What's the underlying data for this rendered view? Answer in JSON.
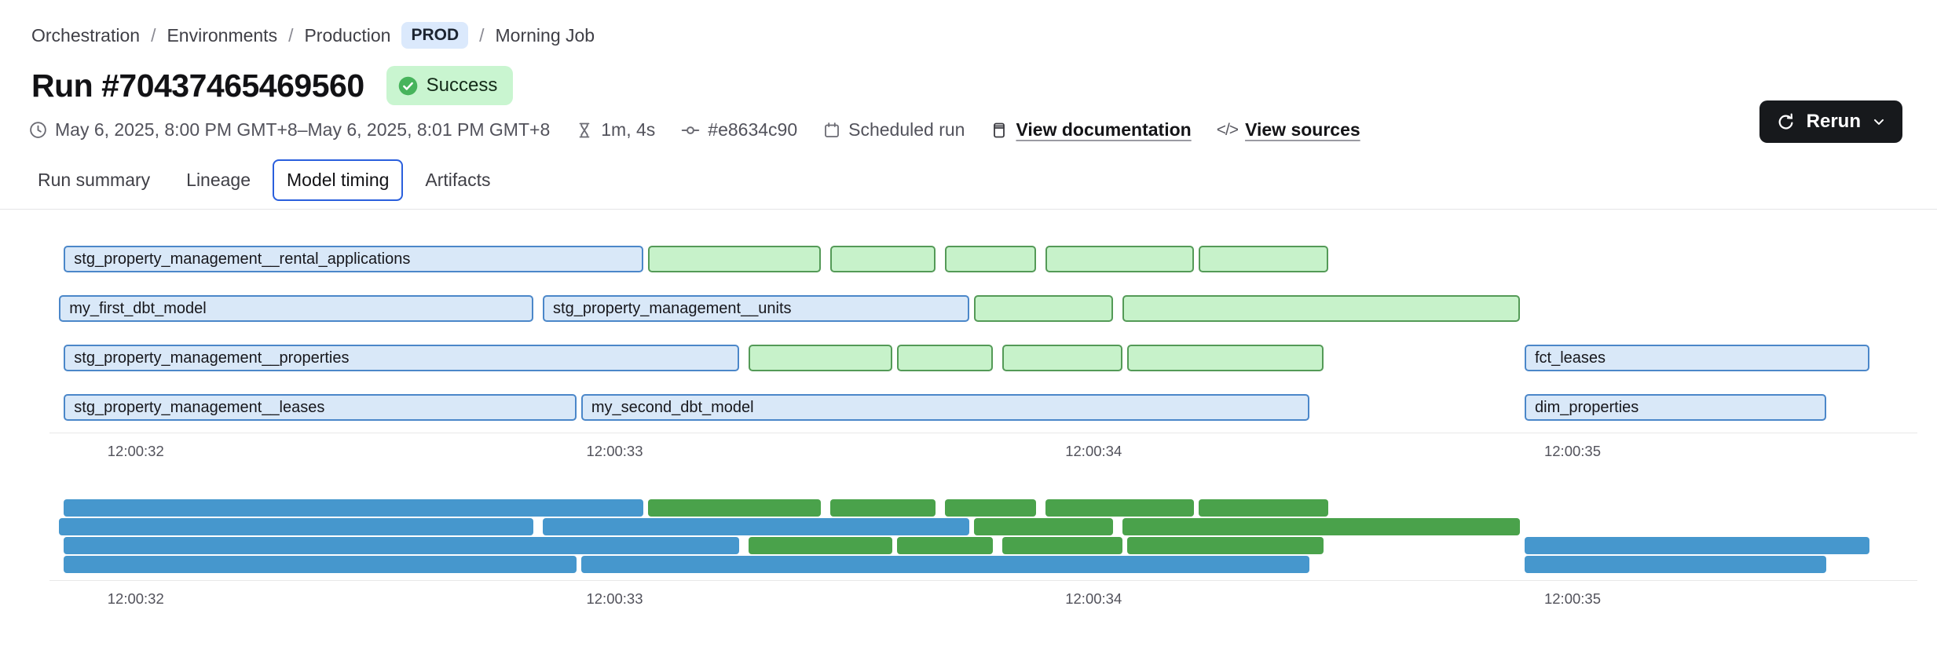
{
  "theme": {
    "accent": "#2a5fdd",
    "success_bg": "#c9f5d0",
    "success_icon": "#47b45c",
    "env_badge_bg": "#dbe9fc",
    "dark_button": "#17191c"
  },
  "breadcrumb": {
    "separator": "/",
    "items": [
      {
        "label": "Orchestration"
      },
      {
        "label": "Environments"
      },
      {
        "label": "Production"
      },
      {
        "label": "Morning Job"
      }
    ],
    "env_badge": "PROD"
  },
  "header": {
    "title": "Run #70437465469560",
    "status_label": "Success"
  },
  "actions": {
    "rerun_label": "Rerun"
  },
  "meta": {
    "time_range": "May 6, 2025, 8:00 PM GMT+8–May 6, 2025, 8:01 PM GMT+8",
    "duration": "1m, 4s",
    "commit": "#e8634c90",
    "trigger": "Scheduled run",
    "docs_link": "View documentation",
    "sources_link": "View sources",
    "sources_icon_glyph": "</>"
  },
  "tabs": [
    {
      "label": "Run summary",
      "active": false
    },
    {
      "label": "Lineage",
      "active": false
    },
    {
      "label": "Model timing",
      "active": true
    },
    {
      "label": "Artifacts",
      "active": false
    }
  ],
  "chart_data": {
    "type": "gantt",
    "title": "Model timing",
    "x_axis": {
      "unit": "time of day (hh:mm:ss)",
      "min_s": 31.82,
      "max_s": 35.72,
      "ticks": [
        {
          "t": 32,
          "label": "12:00:32"
        },
        {
          "t": 33,
          "label": "12:00:33"
        },
        {
          "t": 34,
          "label": "12:00:34"
        },
        {
          "t": 35,
          "label": "12:00:35"
        }
      ]
    },
    "colors": {
      "bar_blue_fill": "#d9e8f8",
      "bar_blue_border": "#4b87c9",
      "bar_green_fill": "#c7f2ca",
      "bar_green_border": "#549a57",
      "mini_blue": "#4697cd",
      "mini_green": "#4aa24b"
    },
    "rows": [
      {
        "bars": [
          {
            "label": "stg_property_management__rental_applications",
            "variant": "blue",
            "start_s": 31.85,
            "end_s": 33.06
          },
          {
            "label": "",
            "variant": "green",
            "start_s": 33.07,
            "end_s": 33.43
          },
          {
            "label": "",
            "variant": "green",
            "start_s": 33.45,
            "end_s": 33.67
          },
          {
            "label": "",
            "variant": "green",
            "start_s": 33.69,
            "end_s": 33.88
          },
          {
            "label": "",
            "variant": "green",
            "start_s": 33.9,
            "end_s": 34.21
          },
          {
            "label": "",
            "variant": "green",
            "start_s": 34.22,
            "end_s": 34.49
          }
        ]
      },
      {
        "bars": [
          {
            "label": "my_first_dbt_model",
            "variant": "blue",
            "start_s": 31.84,
            "end_s": 32.83
          },
          {
            "label": "stg_property_management__units",
            "variant": "blue",
            "start_s": 32.85,
            "end_s": 33.74
          },
          {
            "label": "",
            "variant": "green",
            "start_s": 33.75,
            "end_s": 34.04
          },
          {
            "label": "",
            "variant": "green",
            "start_s": 34.06,
            "end_s": 34.89
          }
        ]
      },
      {
        "bars": [
          {
            "label": "stg_property_management__properties",
            "variant": "blue",
            "start_s": 31.85,
            "end_s": 33.26
          },
          {
            "label": "",
            "variant": "green",
            "start_s": 33.28,
            "end_s": 33.58
          },
          {
            "label": "",
            "variant": "green",
            "start_s": 33.59,
            "end_s": 33.79
          },
          {
            "label": "",
            "variant": "green",
            "start_s": 33.81,
            "end_s": 34.06
          },
          {
            "label": "",
            "variant": "green",
            "start_s": 34.07,
            "end_s": 34.48
          },
          {
            "label": "fct_leases",
            "variant": "blue",
            "start_s": 34.9,
            "end_s": 35.62
          }
        ]
      },
      {
        "bars": [
          {
            "label": "stg_property_management__leases",
            "variant": "blue",
            "start_s": 31.85,
            "end_s": 32.92
          },
          {
            "label": "my_second_dbt_model",
            "variant": "blue",
            "start_s": 32.93,
            "end_s": 34.45
          },
          {
            "label": "dim_properties",
            "variant": "blue",
            "start_s": 34.9,
            "end_s": 35.53
          }
        ]
      }
    ],
    "overview_minimap": "same rows repeated below main chart in solid colors"
  }
}
